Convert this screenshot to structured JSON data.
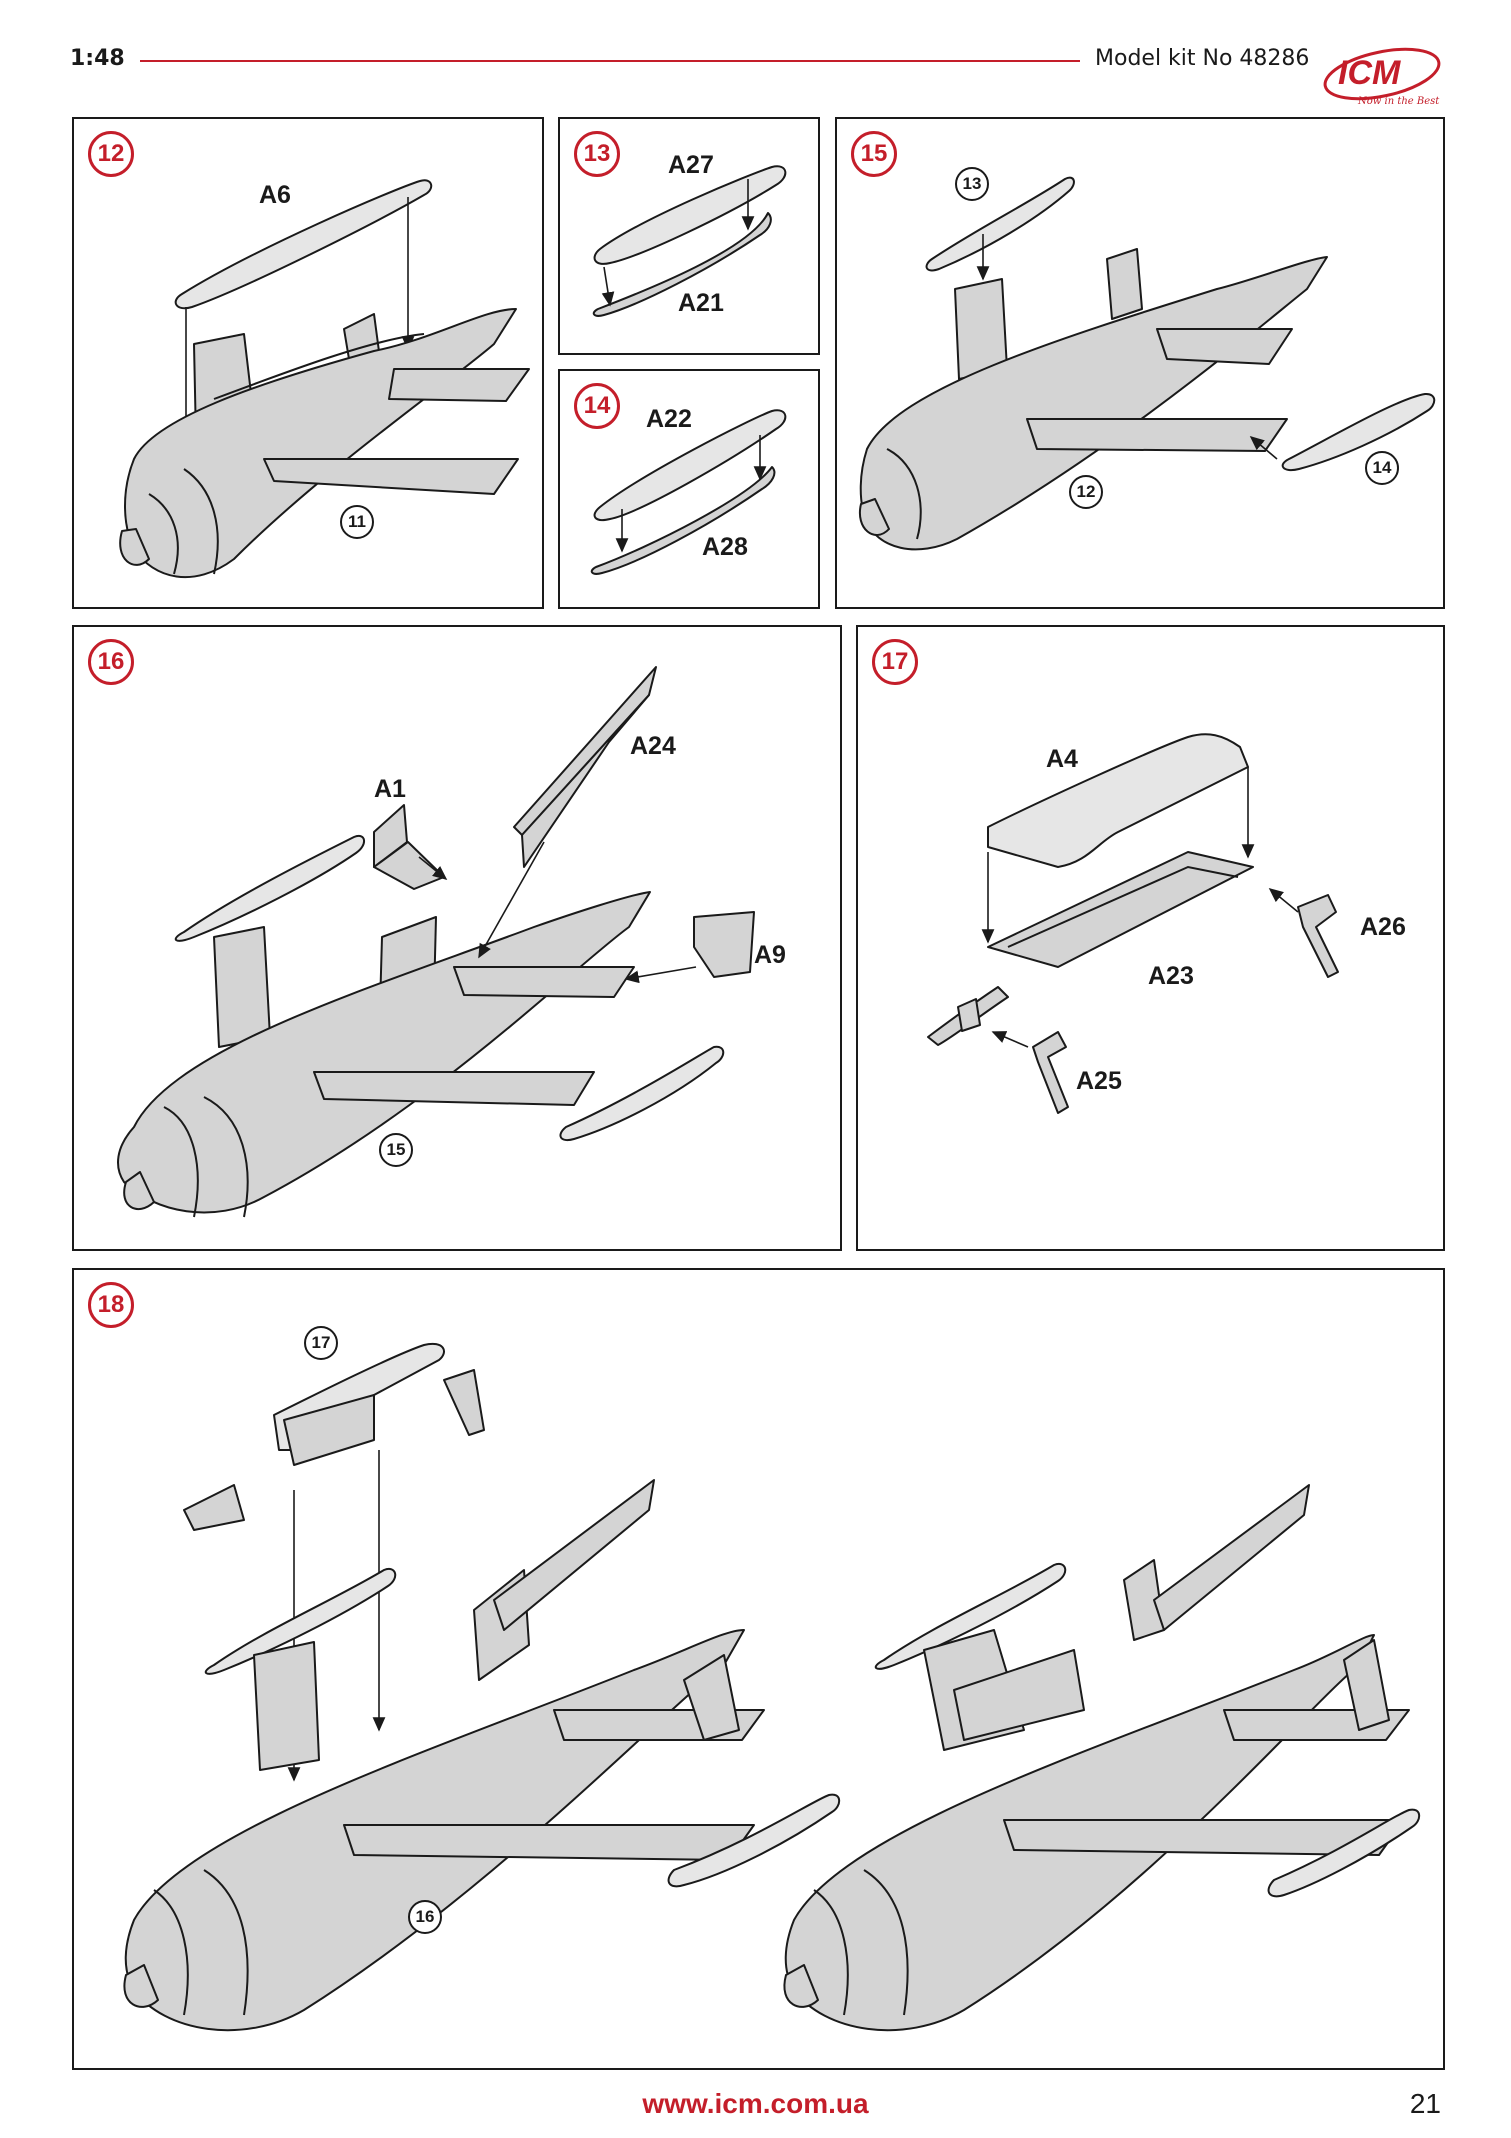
{
  "header": {
    "scale": "1:48",
    "kit": "Model kit No 48286",
    "logo_text": "ICM",
    "logo_tagline": "Now in the Best"
  },
  "steps": [
    {
      "number": "12",
      "parts": [
        "A6"
      ],
      "refs": [
        "11"
      ]
    },
    {
      "number": "13",
      "parts": [
        "A27",
        "A21"
      ],
      "refs": []
    },
    {
      "number": "14",
      "parts": [
        "A22",
        "A28"
      ],
      "refs": []
    },
    {
      "number": "15",
      "parts": [],
      "refs": [
        "13",
        "14",
        "12"
      ]
    },
    {
      "number": "16",
      "parts": [
        "A1",
        "A24",
        "A9"
      ],
      "refs": [
        "15"
      ]
    },
    {
      "number": "17",
      "parts": [
        "A4",
        "A26",
        "A23",
        "A25"
      ],
      "refs": []
    },
    {
      "number": "18",
      "parts": [],
      "refs": [
        "17",
        "16"
      ]
    }
  ],
  "footer": {
    "url": "www.icm.com.ua",
    "page": "21"
  }
}
